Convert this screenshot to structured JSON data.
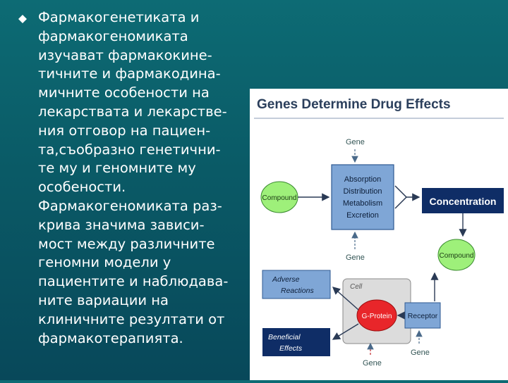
{
  "bullet_text": {
    "lines": [
      "Фармакогенетиката и",
      "фармакогеномиката",
      "изучават фармакокине-",
      "тичните и фармакодина-",
      "мичните особености на",
      "лекарствата и лекарстве-",
      "ния отговор на пациен-",
      "та,съобразно генетични-",
      "те му и геномните му",
      "особености.",
      "Фармакогеномиката раз-",
      "крива значима зависи-",
      "мост между различните",
      "геномни модели у",
      "пациентите и наблюдава-",
      "ните вариации на",
      "клиничните резултати от",
      "фармакотерапията."
    ]
  },
  "figure": {
    "title": "Genes Determine Drug Effects",
    "gene_top": "Gene",
    "adme": [
      "Absorption",
      "Distribution",
      "Metabolism",
      "Excretion"
    ],
    "compound_left": "Compound",
    "concentration": "Concentration",
    "gene_mid": "Gene",
    "compound_right": "Compound",
    "adverse": [
      "Adverse",
      "Reactions"
    ],
    "cell": "Cell",
    "gprotein": "G-Protein",
    "receptor": "Receptor",
    "beneficial": [
      "Beneficial",
      "Effects"
    ],
    "gene_bottom": "Gene",
    "gene_receptor": "Gene"
  },
  "colors": {
    "background": "#0a5a66",
    "blue_box": "#7fa6d6",
    "dark_box": "#0f2d66",
    "green": "#9ef07a",
    "red": "#e8262a"
  }
}
